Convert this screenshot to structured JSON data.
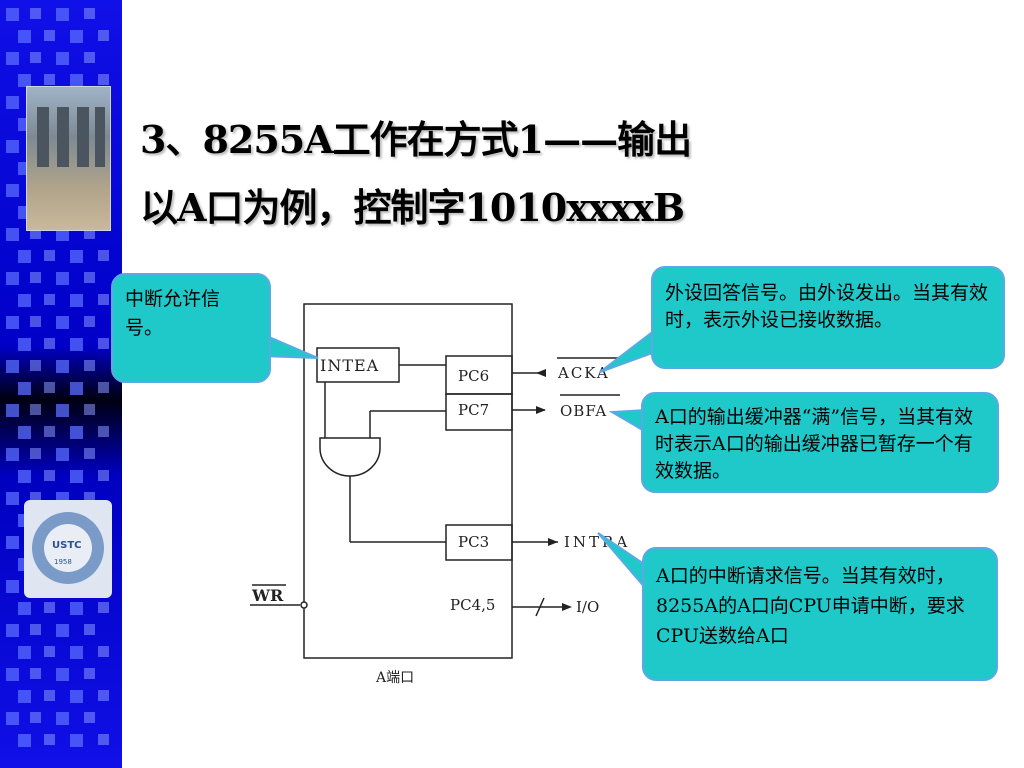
{
  "slide": {
    "title_line1": "3、8255A工作在方式1——输出",
    "title_line2": "以A口为例，控制字1010xxxxB"
  },
  "sidebar": {
    "logo_text": "USTC",
    "logo_year": "1958"
  },
  "diagram": {
    "inte_label": "INTEA",
    "pc6": "PC6",
    "pc7": "PC7",
    "pc3": "PC3",
    "pc45": "PC4,5",
    "ack": "ACKA",
    "obf": "OBFA",
    "intr": "INTRA",
    "io": "I/O",
    "wr": "WR",
    "port_label": "A端口"
  },
  "callouts": {
    "inte": "中断允许信号。",
    "ack": "外设回答信号。由外设发出。当其有效时，表示外设已接收数据。",
    "obf": "A口的输出缓冲器“满”信号，当其有效时表示A口的输出缓冲器已暂存一个有效数据。",
    "intr": "A口的中断请求信号。当其有效时，8255A的A口向CPU申请中断，要求CPU送数给A口"
  }
}
